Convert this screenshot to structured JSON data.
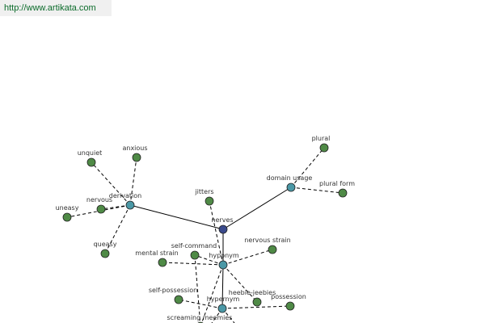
{
  "header": {
    "url": "http://www.artikata.com"
  },
  "colors": {
    "center_node": "#3a4a8c",
    "relation_node": "#4a98a6",
    "word_node": "#4f8a46",
    "edge": "#000000"
  },
  "graph": {
    "center": {
      "id": "nerves",
      "label": "nerves",
      "kind": "center"
    },
    "relations": [
      {
        "id": "derivation",
        "label": "derivation",
        "kind": "relation"
      },
      {
        "id": "domain-usage",
        "label": "domain usage",
        "kind": "relation"
      },
      {
        "id": "hyponym",
        "label": "hyponym",
        "kind": "relation"
      },
      {
        "id": "hypernym",
        "label": "hypernym",
        "kind": "relation"
      }
    ],
    "words": [
      {
        "id": "unquiet",
        "label": "unquiet",
        "parent": "derivation"
      },
      {
        "id": "anxious",
        "label": "anxious",
        "parent": "derivation"
      },
      {
        "id": "nervous",
        "label": "nervous",
        "parent": "derivation"
      },
      {
        "id": "uneasy",
        "label": "uneasy",
        "parent": "derivation"
      },
      {
        "id": "queasy",
        "label": "queasy",
        "parent": "derivation"
      },
      {
        "id": "plural",
        "label": "plural",
        "parent": "domain-usage"
      },
      {
        "id": "plural-form",
        "label": "plural form",
        "parent": "domain-usage"
      },
      {
        "id": "jitters",
        "label": "jitters",
        "parent": "hyponym"
      },
      {
        "id": "self-command",
        "label": "self-command",
        "parent": "hyponym"
      },
      {
        "id": "nervous-strain",
        "label": "nervous strain",
        "parent": "hyponym"
      },
      {
        "id": "mental-strain",
        "label": "mental strain",
        "parent": "hyponym"
      },
      {
        "id": "heebie-jeebies",
        "label": "heebie-jeebies",
        "parent": "hyponym"
      },
      {
        "id": "self-possession",
        "label": "self-possession",
        "parent": "hypernym"
      },
      {
        "id": "possession",
        "label": "possession",
        "parent": "hypernym"
      },
      {
        "id": "screaming-meemies",
        "label": "screaming meemies",
        "parent": "hyponym"
      }
    ]
  }
}
